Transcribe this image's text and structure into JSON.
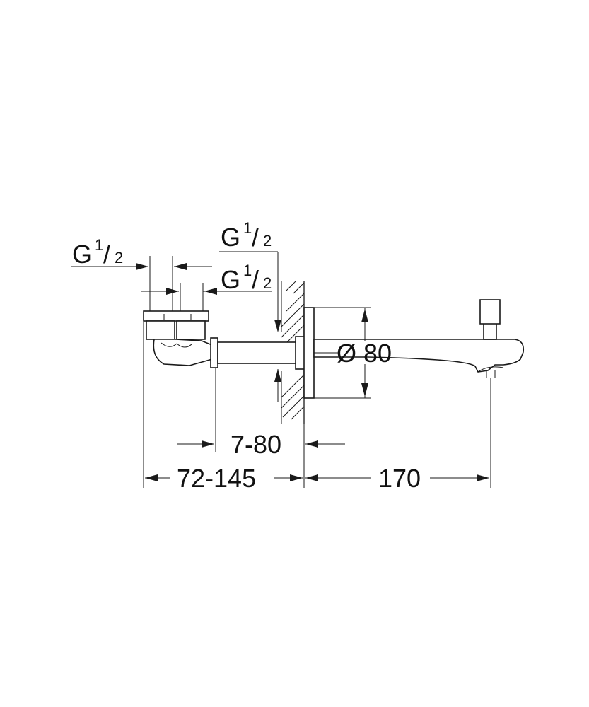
{
  "labels": {
    "thread_left": {
      "main": "G",
      "num": "1",
      "slash": "/",
      "den": "2"
    },
    "thread_top": {
      "main": "G",
      "num": "1",
      "slash": "/",
      "den": "2"
    },
    "thread_mid": {
      "main": "G",
      "num": "1",
      "slash": "/",
      "den": "2"
    },
    "diameter": "Ø 80",
    "dim_wall": "7-80",
    "dim_body": "72-145",
    "dim_spout": "170"
  },
  "colors": {
    "line": "#1a1a1a",
    "background": "#ffffff"
  }
}
